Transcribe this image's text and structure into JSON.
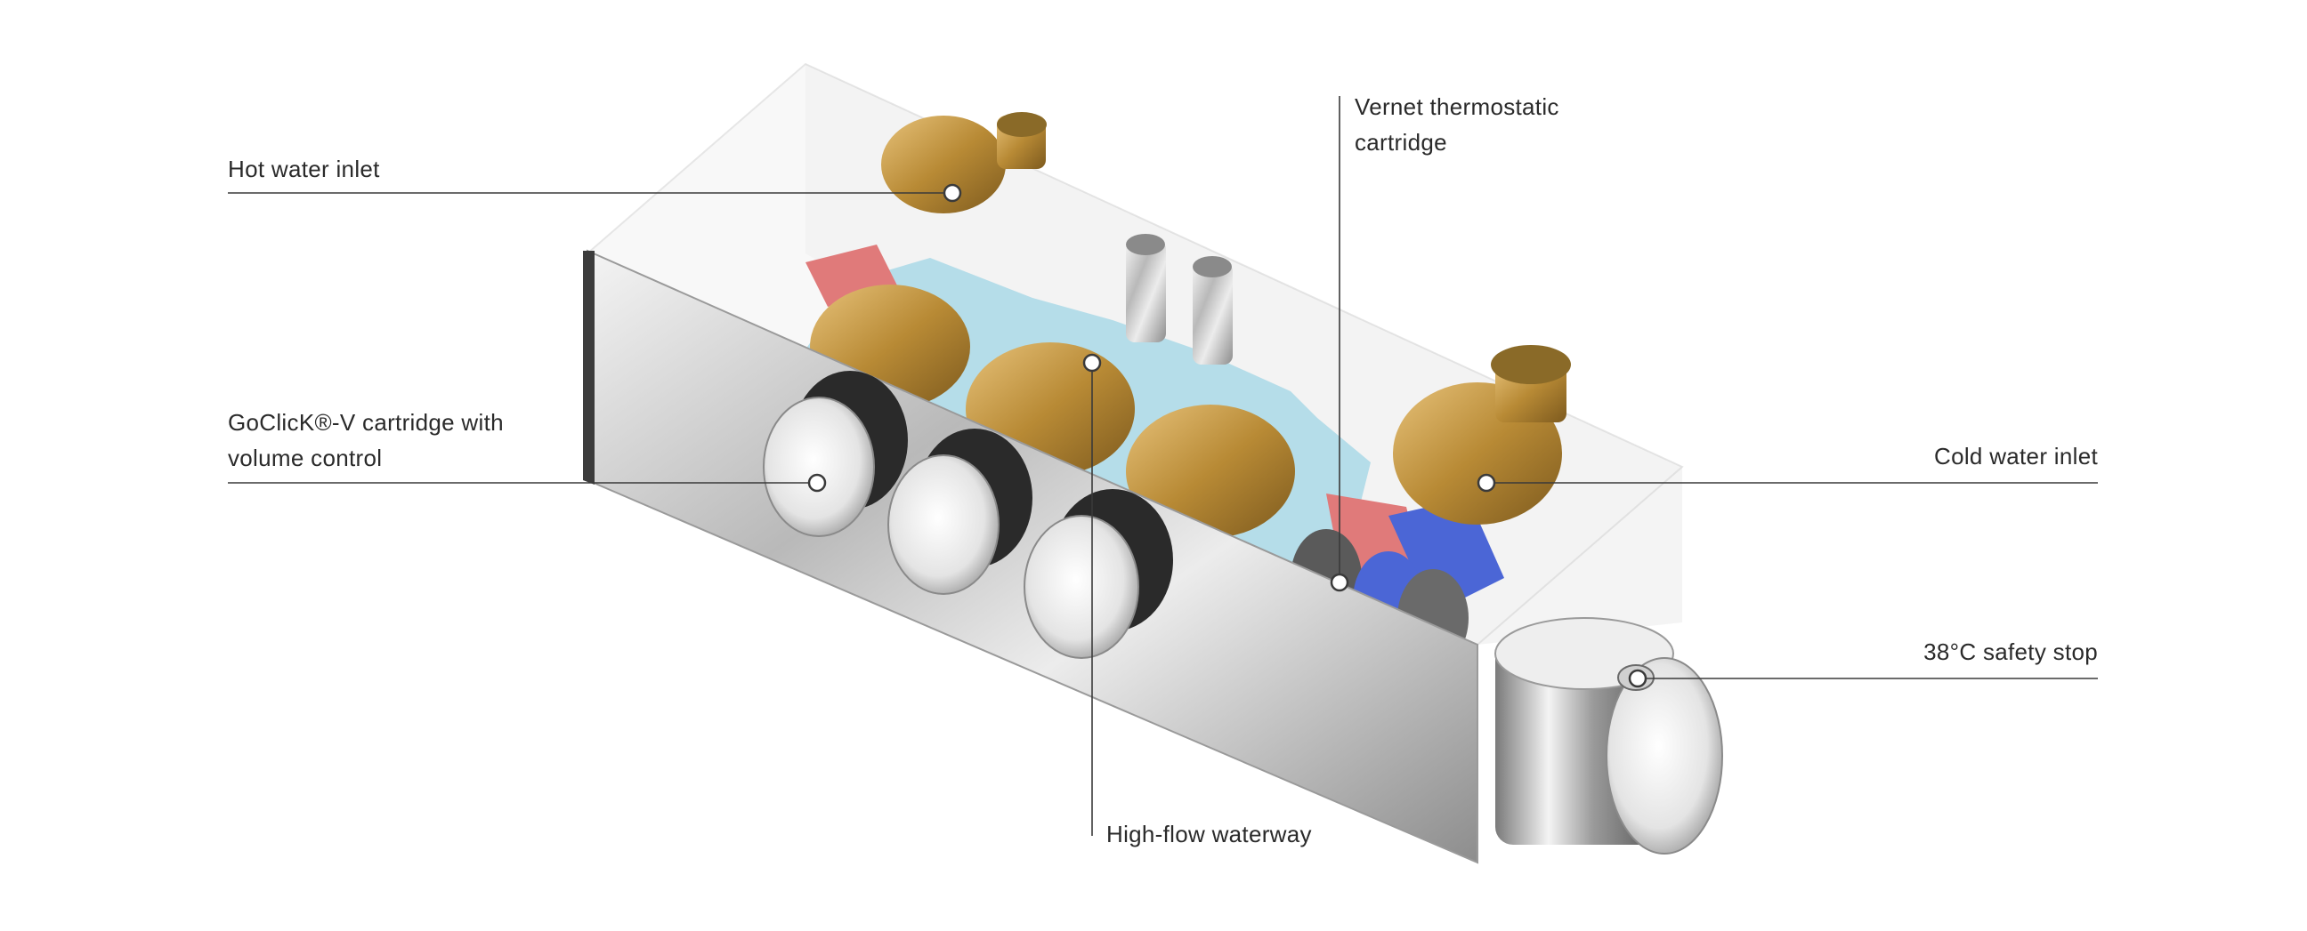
{
  "callouts": {
    "hot_water_inlet": {
      "label": "Hot water inlet"
    },
    "goclick_cartridge": {
      "line1": "GoClicK®-V cartridge with",
      "line2": "volume control"
    },
    "vernet_cartridge": {
      "line1": "Vernet thermostatic",
      "line2": "cartridge"
    },
    "cold_water_inlet": {
      "label": "Cold water inlet"
    },
    "safety_stop": {
      "label": "38°C safety stop"
    },
    "high_flow_waterway": {
      "label": "High-flow waterway"
    }
  },
  "colors": {
    "leader_line": "#3a3a3a",
    "brass": "#c9a24a",
    "hot_zone": "#e07a7a",
    "cold_zone": "#4b66d6",
    "waterway": "#a9d8e6",
    "chrome": "#d8d8d8",
    "glass_housing": "#e9e9e9"
  }
}
